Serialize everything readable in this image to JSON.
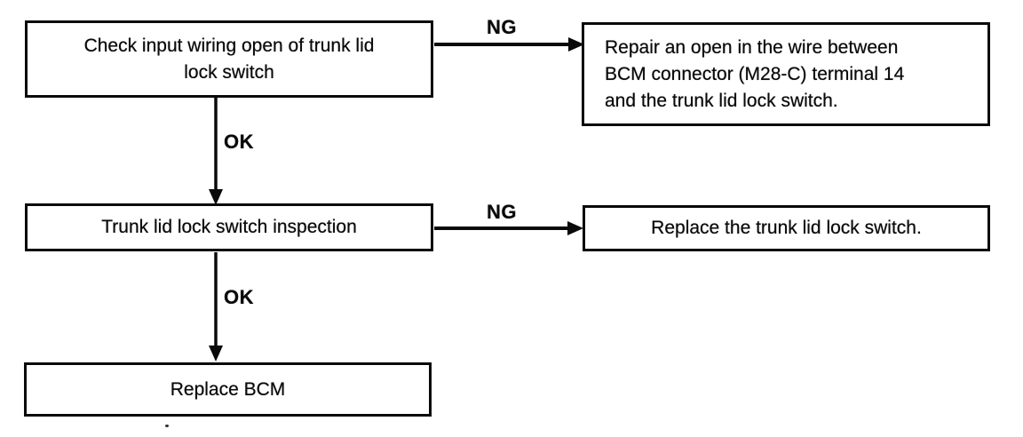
{
  "diagram": {
    "type": "flowchart",
    "colors": {
      "background": "#ffffff",
      "line": "#0a0a0a",
      "text": "#0a0a0a",
      "box_fill": "#ffffff"
    },
    "nodes": {
      "check_wiring": {
        "label": "Check input wiring open of trunk lid\nlock switch"
      },
      "repair_wire": {
        "label": "Repair an open in the wire between\nBCM connector (M28-C) terminal 14\nand the trunk lid lock switch."
      },
      "switch_inspection": {
        "label": "Trunk lid lock switch inspection"
      },
      "replace_switch": {
        "label": "Replace the trunk lid lock switch."
      },
      "replace_bcm": {
        "label": "Replace BCM"
      }
    },
    "edges": {
      "ng1": {
        "label": "NG"
      },
      "ok1": {
        "label": "OK"
      },
      "ng2": {
        "label": "NG"
      },
      "ok2": {
        "label": "OK"
      }
    }
  }
}
